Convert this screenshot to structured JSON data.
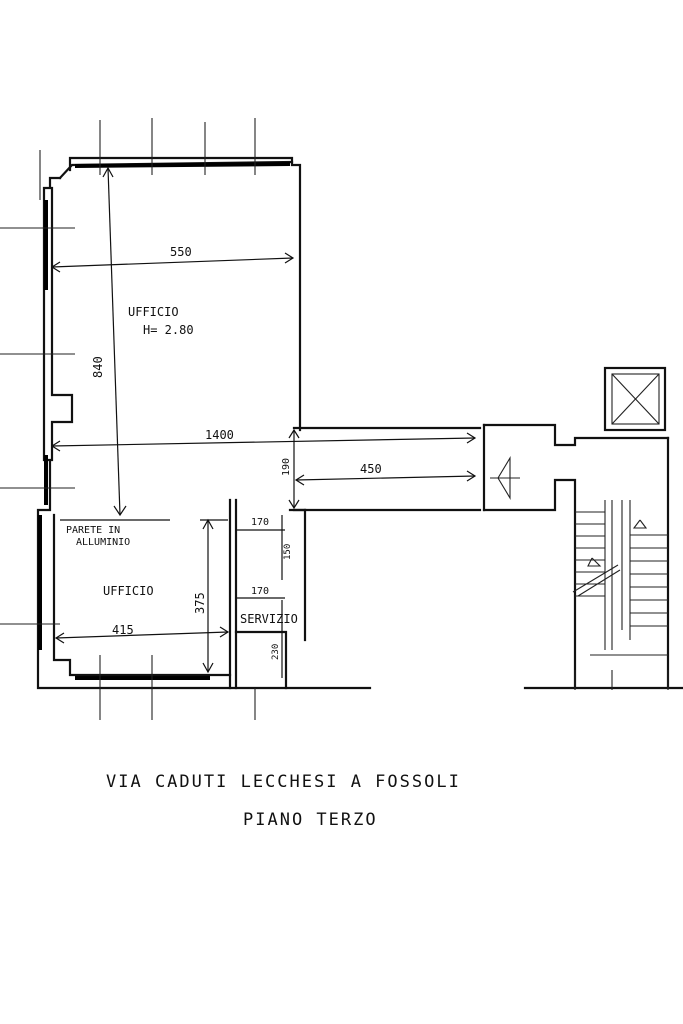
{
  "rooms": {
    "office_upper": "UFFICIO",
    "height_note": "H= 2.80",
    "office_lower": "UFFICIO",
    "service": "SERVIZIO",
    "partition_line1": "PARETE IN",
    "partition_line2": "ALLUMINIO"
  },
  "dimensions": {
    "width_upper": "550",
    "height_left": "840",
    "width_total": "1400",
    "corridor_height": "190",
    "corridor_length": "450",
    "service_width_a": "170",
    "service_height_a": "150",
    "service_width_b": "170",
    "service_height_b": "230",
    "lower_height": "375",
    "lower_width": "415"
  },
  "caption": {
    "address": "VIA CADUTI LECCHESI A FOSSOLI",
    "floor": "PIANO TERZO"
  }
}
